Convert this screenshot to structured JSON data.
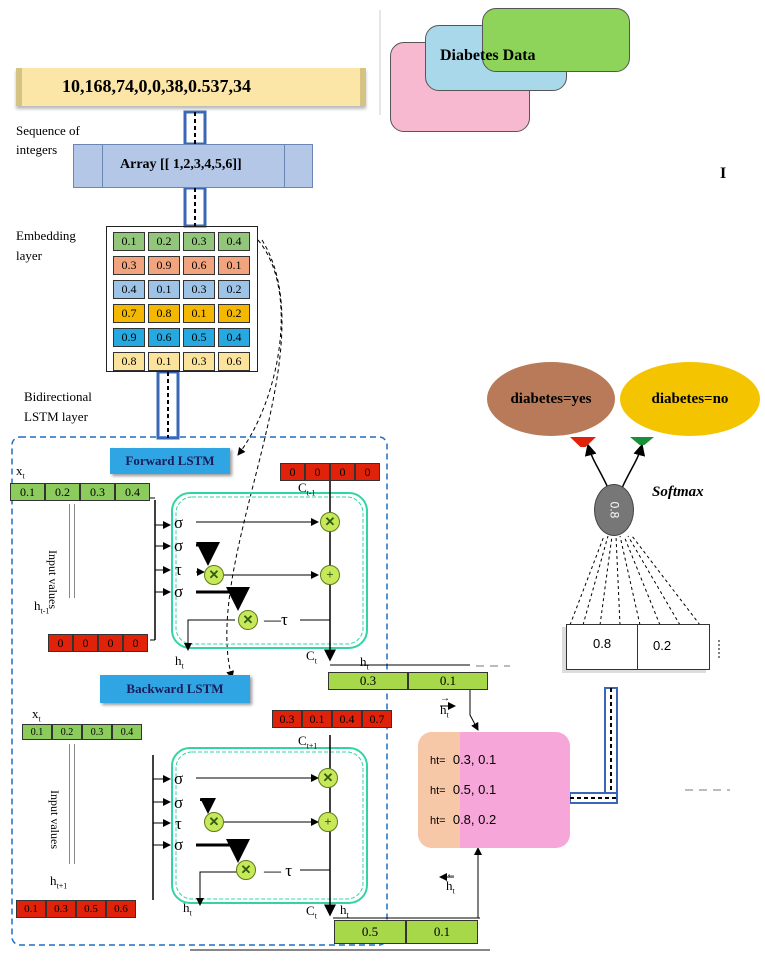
{
  "input_sequence": "10,168,74,0,0,38,0.537,34",
  "sequence_label": [
    "Sequence of",
    "integers"
  ],
  "array_label": "Array [[ 1,2,3,4,5,6]]",
  "embedding_label": [
    "Embedding",
    "layer"
  ],
  "embedding_rows": [
    {
      "color": "#92c67a",
      "values": [
        "0.1",
        "0.2",
        "0.3",
        "0.4"
      ]
    },
    {
      "color": "#f2a47e",
      "values": [
        "0.3",
        "0.9",
        "0.6",
        "0.1"
      ]
    },
    {
      "color": "#9dc3e6",
      "values": [
        "0.4",
        "0.1",
        "0.3",
        "0.2"
      ]
    },
    {
      "color": "#f5b800",
      "values": [
        "0.7",
        "0.8",
        "0.1",
        "0.2"
      ]
    },
    {
      "color": "#25a9e0",
      "values": [
        "0.9",
        "0.6",
        "0.5",
        "0.4"
      ]
    },
    {
      "color": "#fce39c",
      "values": [
        "0.8",
        "0.1",
        "0.3",
        "0.6"
      ]
    }
  ],
  "bilstm_label": [
    "Bidirectional",
    "LSTM layer"
  ],
  "diabetes_data_label": "Diabetes Data",
  "stray_char": "I",
  "forward": {
    "title": "Forward LSTM",
    "x_label": "x",
    "x_sub": "t",
    "x_values": [
      "0.1",
      "0.2",
      "0.3",
      "0.4"
    ],
    "input_values_label": "Input values",
    "h_prev_label": "h",
    "h_prev_sub": "t-1",
    "h_prev_values": [
      "0",
      "0",
      "0",
      "0"
    ],
    "c_values": [
      "0",
      "0",
      "0",
      "0"
    ],
    "c_label": "C",
    "c_sub": "t-1",
    "c_out_label": "C",
    "c_out_sub": "t",
    "h_out_label": "h",
    "h_out_sub": "t",
    "h_right_label": "h",
    "h_right_sub": "t",
    "gates": [
      "σ",
      "σ",
      "τ",
      "σ"
    ],
    "tanh_label": "τ",
    "out_values": [
      "0.3",
      "0.1"
    ]
  },
  "backward": {
    "title": "Backward LSTM",
    "x_label": "x",
    "x_sub": "t",
    "x_values": [
      "0.1",
      "0.2",
      "0.3",
      "0.4"
    ],
    "input_values_label": "Input values",
    "h_prev_label": "h",
    "h_prev_sub": "t+1",
    "h_prev_values": [
      "0.1",
      "0.3",
      "0.5",
      "0.6"
    ],
    "c_values": [
      "0.3",
      "0.1",
      "0.4",
      "0.7"
    ],
    "c_label": "C",
    "c_sub": "t+1",
    "c_out_label": "C",
    "c_out_sub": "t",
    "h_out_label": "h",
    "h_out_sub": "t",
    "h_right_label": "h",
    "h_right_sub": "t",
    "gates": [
      "σ",
      "σ",
      "τ",
      "σ"
    ],
    "tanh_label": "τ",
    "out_values": [
      "0.5",
      "0.1"
    ]
  },
  "hidden_arrow_fwd": {
    "label": "h",
    "sub": "t"
  },
  "hidden_arrow_bwd": {
    "label": "h",
    "sub": "t"
  },
  "combined": [
    {
      "label": "ht=",
      "value": "0.3, 0.1"
    },
    {
      "label": "ht=",
      "value": "0.5, 0.1"
    },
    {
      "label": "ht=",
      "value": "0.8, 0.2"
    }
  ],
  "softmax_label": "Softmax",
  "softmax_node_value": "0.8",
  "output_values": [
    "0.8",
    "0.2"
  ],
  "classes": [
    {
      "label": "diabetes=yes",
      "color": "#b87a58"
    },
    {
      "label": "diabetes=no",
      "color": "#f5c400"
    }
  ],
  "colors": {
    "red_cell": "#e0220a",
    "green_cell": "#a6d84a",
    "lstm_border": "#34d3a3",
    "dash_border": "#1f6fc4"
  }
}
